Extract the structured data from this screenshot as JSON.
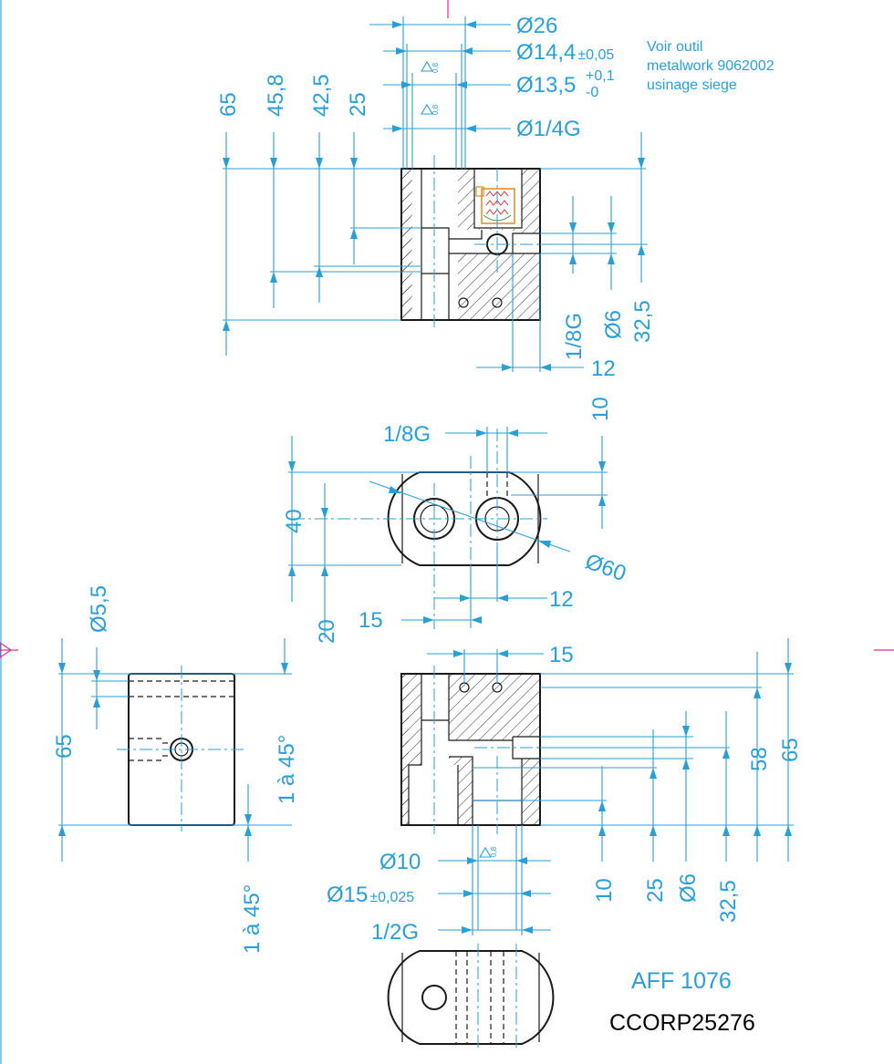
{
  "title_block": {
    "reference": "AFF 1076",
    "drawing_code": "CCORP25276"
  },
  "note": {
    "line1": "Voir outil",
    "line2": "metalwork 9062002",
    "line3": "usinage siege"
  },
  "surface_finish_mark": "0,8",
  "top_view": {
    "d26": "Ø26",
    "d14": "Ø14,4",
    "d14_tol": "±0,05",
    "d13": "Ø13,5",
    "d13_tol_up": "+0,1",
    "d13_tol_down": "-0",
    "thread": "Ø1/4G",
    "h65": "65",
    "h45": "45,8",
    "h42": "42,5",
    "h25": "25",
    "side_18g": "1/8G",
    "side_d6": "Ø6",
    "side_325": "32,5",
    "width12": "12",
    "dim10": "10"
  },
  "mid_view": {
    "g18": "1/8G",
    "d40": "40",
    "r60": "Ø60",
    "d12": "12",
    "d15": "15",
    "d20": "20"
  },
  "left_view": {
    "d55": "Ø5,5",
    "h65": "65",
    "chamfer": "1 à 45°",
    "chamfer2": "1 à 45°"
  },
  "bottom_view": {
    "d15": "15",
    "h58": "58",
    "h65": "65",
    "d10": "Ø10",
    "d15b": "Ø15",
    "d15b_tol": "±0,025",
    "thread": "1/2G",
    "v10": "10",
    "v25": "25",
    "vd6": "Ø6",
    "v325": "32,5"
  }
}
